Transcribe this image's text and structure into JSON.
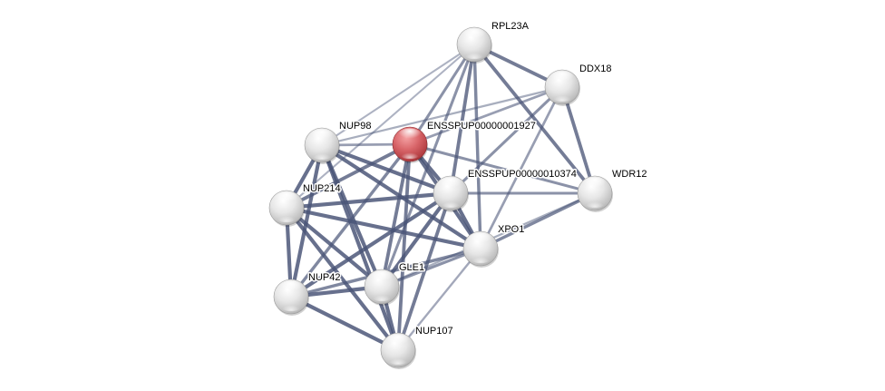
{
  "diagram": {
    "title": "Protein interaction network",
    "colors": {
      "background": "#ffffff",
      "edge": "#4a5577",
      "node_default": "#e0e0e0",
      "node_query": "#d9585c"
    },
    "nodes": [
      {
        "id": "RPL23A",
        "label": "RPL23A",
        "query": false
      },
      {
        "id": "DDX18",
        "label": "DDX18",
        "query": false
      },
      {
        "id": "ENSSPUP00000001927",
        "label": "ENSSPUP00000001927",
        "query": true
      },
      {
        "id": "NUP98",
        "label": "NUP98",
        "query": false
      },
      {
        "id": "ENSSPUP00000010374",
        "label": "ENSSPUP00000010374",
        "query": false
      },
      {
        "id": "WDR12",
        "label": "WDR12",
        "query": false
      },
      {
        "id": "NUP214",
        "label": "NUP214",
        "query": false
      },
      {
        "id": "XPO1",
        "label": "XPO1",
        "query": false
      },
      {
        "id": "GLE1",
        "label": "GLE1",
        "query": false
      },
      {
        "id": "NUP42",
        "label": "NUP42",
        "query": false
      },
      {
        "id": "NUP107",
        "label": "NUP107",
        "query": false
      }
    ],
    "edges": [
      {
        "source": "RPL23A",
        "target": "DDX18",
        "strength": 0.8
      },
      {
        "source": "RPL23A",
        "target": "ENSSPUP00000001927",
        "strength": 0.6
      },
      {
        "source": "RPL23A",
        "target": "ENSSPUP00000010374",
        "strength": 0.8
      },
      {
        "source": "RPL23A",
        "target": "XPO1",
        "strength": 0.7
      },
      {
        "source": "RPL23A",
        "target": "WDR12",
        "strength": 0.8
      },
      {
        "source": "RPL23A",
        "target": "NUP98",
        "strength": 0.3
      },
      {
        "source": "RPL23A",
        "target": "NUP214",
        "strength": 0.3
      },
      {
        "source": "RPL23A",
        "target": "GLE1",
        "strength": 0.6
      },
      {
        "source": "DDX18",
        "target": "WDR12",
        "strength": 0.8
      },
      {
        "source": "DDX18",
        "target": "ENSSPUP00000001927",
        "strength": 0.5
      },
      {
        "source": "DDX18",
        "target": "ENSSPUP00000010374",
        "strength": 0.6
      },
      {
        "source": "DDX18",
        "target": "XPO1",
        "strength": 0.5
      },
      {
        "source": "DDX18",
        "target": "NUP98",
        "strength": 0.35
      },
      {
        "source": "ENSSPUP00000001927",
        "target": "NUP98",
        "strength": 0.5
      },
      {
        "source": "ENSSPUP00000001927",
        "target": "ENSSPUP00000010374",
        "strength": 0.9
      },
      {
        "source": "ENSSPUP00000001927",
        "target": "XPO1",
        "strength": 0.9
      },
      {
        "source": "ENSSPUP00000001927",
        "target": "NUP214",
        "strength": 0.8
      },
      {
        "source": "ENSSPUP00000001927",
        "target": "NUP42",
        "strength": 0.7
      },
      {
        "source": "ENSSPUP00000001927",
        "target": "GLE1",
        "strength": 0.8
      },
      {
        "source": "ENSSPUP00000001927",
        "target": "NUP107",
        "strength": 0.8
      },
      {
        "source": "ENSSPUP00000001927",
        "target": "WDR12",
        "strength": 0.6
      },
      {
        "source": "NUP98",
        "target": "NUP214",
        "strength": 0.9
      },
      {
        "source": "NUP98",
        "target": "NUP42",
        "strength": 0.9
      },
      {
        "source": "NUP98",
        "target": "GLE1",
        "strength": 0.9
      },
      {
        "source": "NUP98",
        "target": "NUP107",
        "strength": 0.9
      },
      {
        "source": "NUP98",
        "target": "XPO1",
        "strength": 0.9
      },
      {
        "source": "NUP98",
        "target": "ENSSPUP00000010374",
        "strength": 0.9
      },
      {
        "source": "ENSSPUP00000010374",
        "target": "WDR12",
        "strength": 0.6
      },
      {
        "source": "ENSSPUP00000010374",
        "target": "XPO1",
        "strength": 0.9
      },
      {
        "source": "ENSSPUP00000010374",
        "target": "NUP214",
        "strength": 0.9
      },
      {
        "source": "ENSSPUP00000010374",
        "target": "NUP42",
        "strength": 0.9
      },
      {
        "source": "ENSSPUP00000010374",
        "target": "GLE1",
        "strength": 0.9
      },
      {
        "source": "ENSSPUP00000010374",
        "target": "NUP107",
        "strength": 0.8
      },
      {
        "source": "WDR12",
        "target": "XPO1",
        "strength": 0.7
      },
      {
        "source": "WDR12",
        "target": "GLE1",
        "strength": 0.35
      },
      {
        "source": "NUP214",
        "target": "XPO1",
        "strength": 0.9
      },
      {
        "source": "NUP214",
        "target": "NUP42",
        "strength": 0.9
      },
      {
        "source": "NUP214",
        "target": "GLE1",
        "strength": 0.9
      },
      {
        "source": "NUP214",
        "target": "NUP107",
        "strength": 0.9
      },
      {
        "source": "XPO1",
        "target": "GLE1",
        "strength": 0.6
      },
      {
        "source": "XPO1",
        "target": "NUP42",
        "strength": 0.7
      },
      {
        "source": "XPO1",
        "target": "NUP107",
        "strength": 0.4
      },
      {
        "source": "GLE1",
        "target": "NUP42",
        "strength": 0.9
      },
      {
        "source": "GLE1",
        "target": "NUP107",
        "strength": 0.9
      },
      {
        "source": "NUP42",
        "target": "NUP107",
        "strength": 0.9
      }
    ]
  }
}
